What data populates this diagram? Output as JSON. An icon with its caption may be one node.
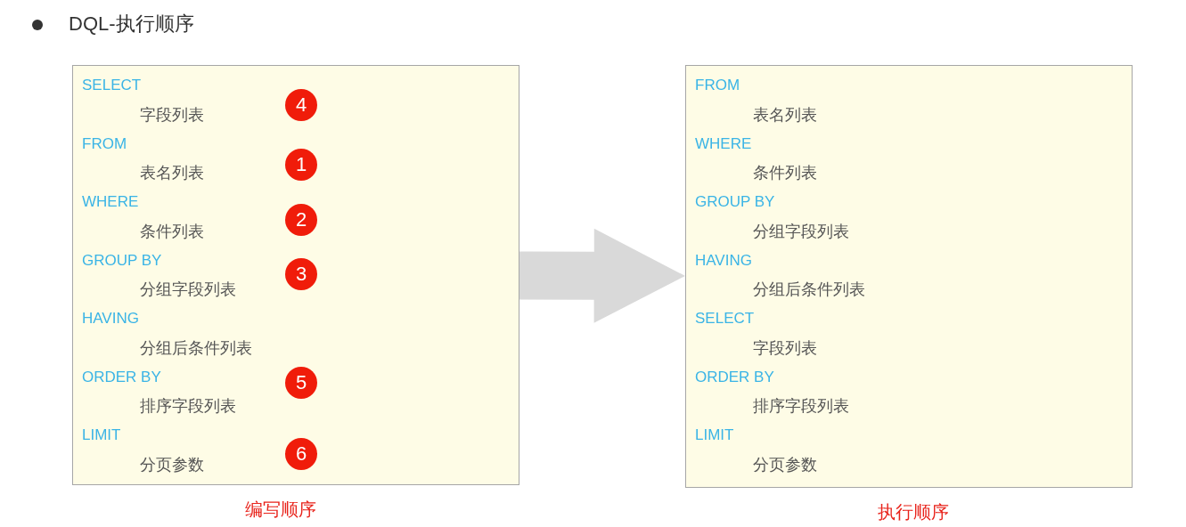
{
  "diagram": {
    "title": "DQL-执行顺序",
    "nodes": [
      {
        "text": [
          "SELECT",
          "字段列表",
          "FROM",
          "表名列表",
          "WHERE",
          "条件列表",
          "GROUP BY",
          "分组字段列表",
          "HAVING",
          "分组后条件列表",
          "ORDER BY",
          "排序字段列表",
          "LIMIT",
          "分页参数"
        ],
        "beside": [
          "编写顺序"
        ]
      },
      {
        "text": [
          "4"
        ],
        "in": 0
      },
      {
        "text": [
          "1"
        ],
        "in": 0
      },
      {
        "text": [
          "2"
        ],
        "in": 0
      },
      {
        "text": [
          "3"
        ],
        "in": 0
      },
      {
        "text": [
          "5"
        ],
        "in": 0
      },
      {
        "text": [
          "6"
        ],
        "in": 0
      },
      {
        "text": [
          "FROM",
          "表名列表",
          "WHERE",
          "条件列表",
          "GROUP BY",
          "分组字段列表",
          "HAVING",
          "分组后条件列表",
          "SELECT",
          "字段列表",
          "ORDER BY",
          "排序字段列表",
          "LIMIT",
          "分页参数"
        ],
        "beside": [
          "执行顺序"
        ]
      }
    ],
    "edges": [
      {
        "from": 0,
        "to": 7,
        "arrow": "to",
        "style": "thick",
        "color": "#d9d9d9"
      }
    ]
  }
}
